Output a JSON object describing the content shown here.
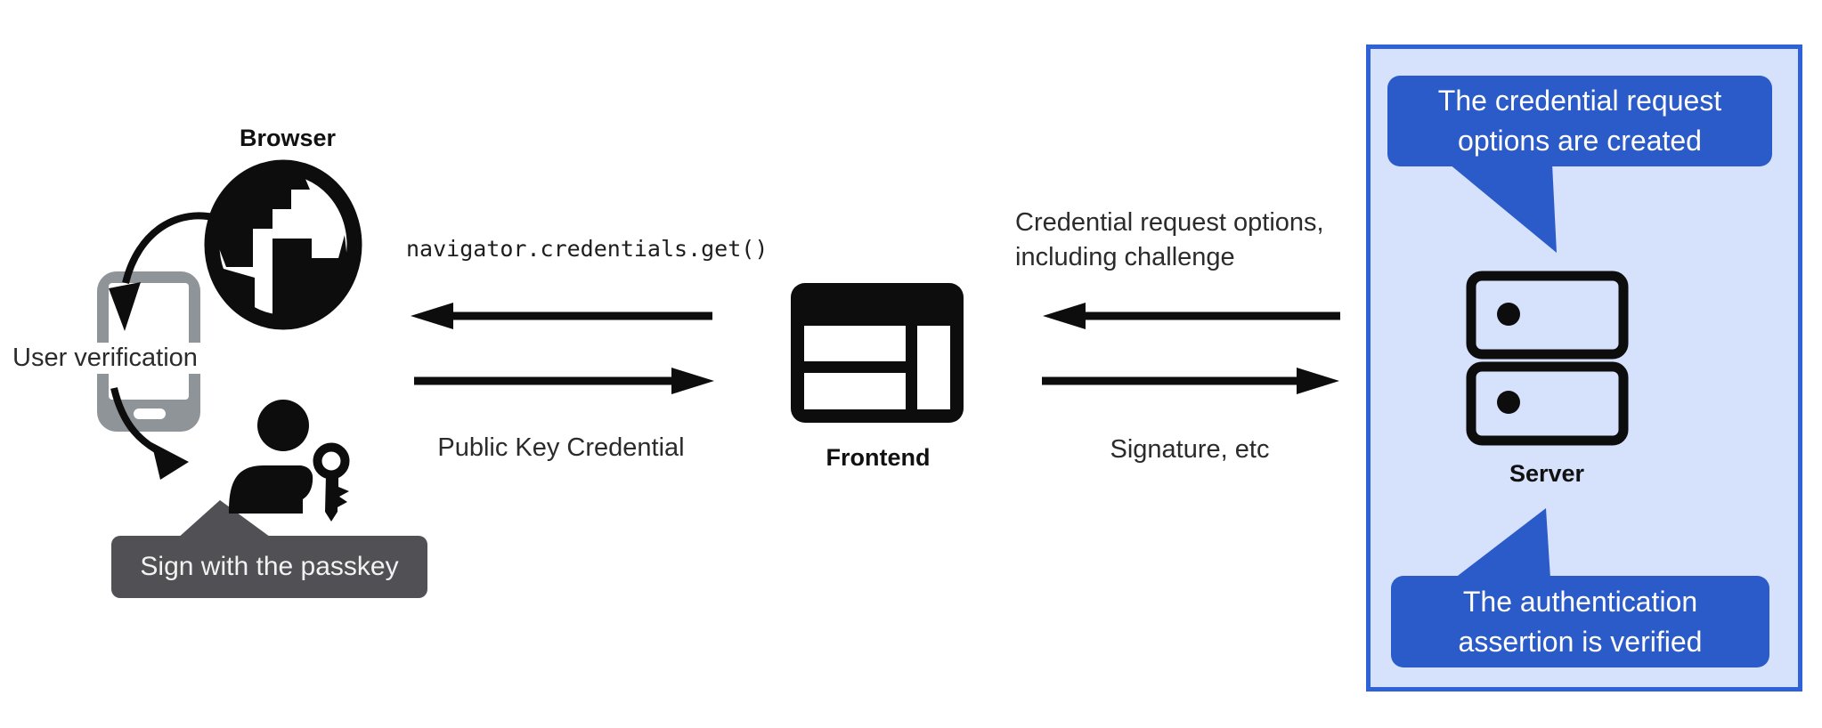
{
  "diagram": {
    "title_context": "Passkey authentication flow",
    "left": {
      "browser_label": "Browser",
      "user_verification_label": "User verification",
      "passkey_tooltip": "Sign with the passkey",
      "icons": [
        "globe-icon",
        "smartphone-icon",
        "user-icon",
        "key-icon"
      ]
    },
    "center": {
      "api_call": "navigator.credentials.get()",
      "return_value": "Public Key Credential",
      "frontend_label": "Frontend",
      "icons": [
        "browser-window-icon"
      ]
    },
    "right": {
      "request_line1": "Credential request options,",
      "request_line2": "including challenge",
      "response": "Signature, etc",
      "server_label": "Server",
      "bubble_top_line1": "The credential request",
      "bubble_top_line2": "options are created",
      "bubble_bottom_line1": "The authentication",
      "bubble_bottom_line2": "assertion is verified",
      "icons": [
        "server-icon",
        "speech-bubble-icon"
      ]
    },
    "colors": {
      "bubble_blue": "#2b5bc8",
      "server_panel_bg": "#d6e1fb",
      "server_panel_border": "#2f62d8",
      "tooltip_gray": "#515155",
      "phone_gray": "#8f9499",
      "ink_black": "#0d0d0d",
      "text_white": "#ffffff"
    }
  }
}
